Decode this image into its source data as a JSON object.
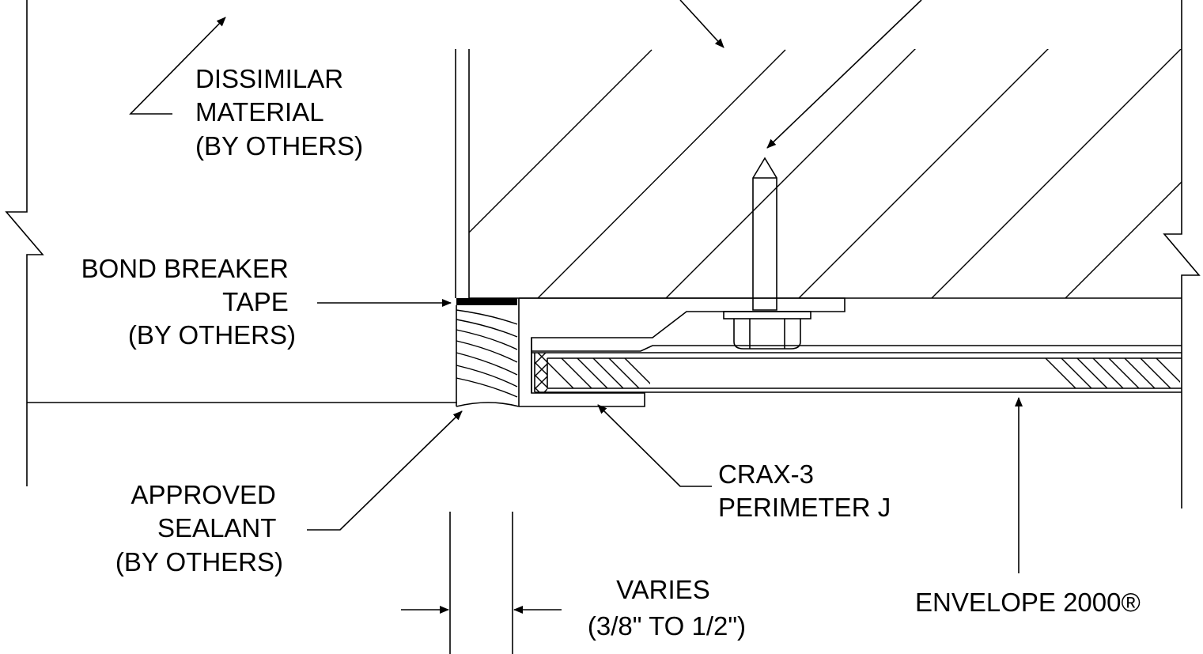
{
  "labels": {
    "dissimilar_material": [
      "DISSIMILAR",
      "MATERIAL",
      "(BY OTHERS)"
    ],
    "bond_breaker": [
      "BOND BREAKER",
      "TAPE",
      "(BY OTHERS)"
    ],
    "approved_sealant": [
      "APPROVED",
      "SEALANT",
      "(BY OTHERS)"
    ],
    "crax_perimeter": [
      "CRAX-3",
      "PERIMETER J"
    ],
    "varies": [
      "VARIES",
      "(3/8\" TO 1/2\")"
    ],
    "envelope": "ENVELOPE 2000®"
  }
}
